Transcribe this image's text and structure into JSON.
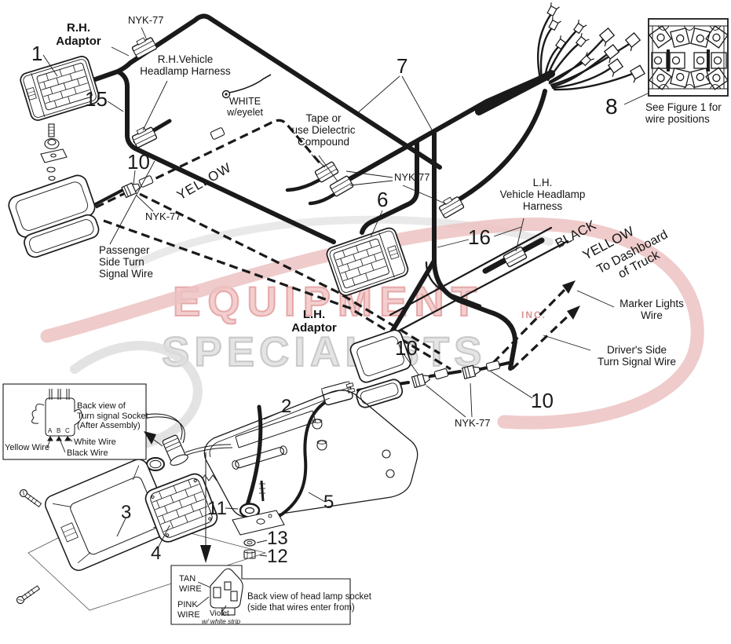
{
  "watermark": {
    "line1": "EQUIPMENT",
    "line2": "SPECIALISTS",
    "suffix": "INC.",
    "red": "#e8a8a8",
    "gray": "#cfcfcf"
  },
  "colors": {
    "wire": "#1a1a1a"
  },
  "callouts": {
    "c1": "1",
    "c2": "2",
    "c3": "3",
    "c4": "4",
    "c5": "5",
    "c6": "6",
    "c7": "7",
    "c8": "8",
    "c10": "10",
    "c11": "11",
    "c12": "12",
    "c13": "13",
    "c15": "15",
    "c16": "16"
  },
  "labels": {
    "nyk77": "NYK-77",
    "rh_adaptor": [
      "R.H.",
      "Adaptor"
    ],
    "rh_vehicle_harness": [
      "R.H.Vehicle",
      "Headlamp Harness"
    ],
    "white_eyelet": [
      "WHITE",
      "w/eyelet"
    ],
    "tape_dielectric": [
      "Tape or",
      "use Dielectric",
      "Compound"
    ],
    "lh_vehicle_harness": [
      "L.H.",
      "Vehicle Headlamp",
      "Harness"
    ],
    "lh_adaptor": [
      "L.H.",
      "Adaptor"
    ],
    "yellow_wire_run": "YELLOW",
    "black_wire_run": "BLACK",
    "yellow_wire_run_right": "YELLOW",
    "to_dashboard": [
      "To Dashboard",
      "of Truck"
    ],
    "marker_lights": [
      "Marker Lights",
      "Wire"
    ],
    "drivers_side": [
      "Driver's Side",
      "Turn Signal Wire"
    ],
    "passenger_side": [
      "Passenger",
      "Side Turn",
      "Signal Wire"
    ],
    "see_figure": [
      "See Figure 1 for",
      "wire positions"
    ]
  },
  "inset_turn_signal_socket": {
    "title": [
      "Back view of",
      "Turn signal Socket",
      "(After Assembly)"
    ],
    "pins": [
      "A",
      "B",
      "C"
    ],
    "yellow": "Yellow Wire",
    "white": "White Wire",
    "black": "Black Wire"
  },
  "inset_headlamp_socket": {
    "tan": [
      "TAN",
      "WIRE"
    ],
    "pink": [
      "PINK",
      "WIRE"
    ],
    "violet": "Violet",
    "violet_note": "w/ white strip",
    "title": [
      "Back view of head lamp socket",
      "(side that wires enter from)"
    ]
  }
}
